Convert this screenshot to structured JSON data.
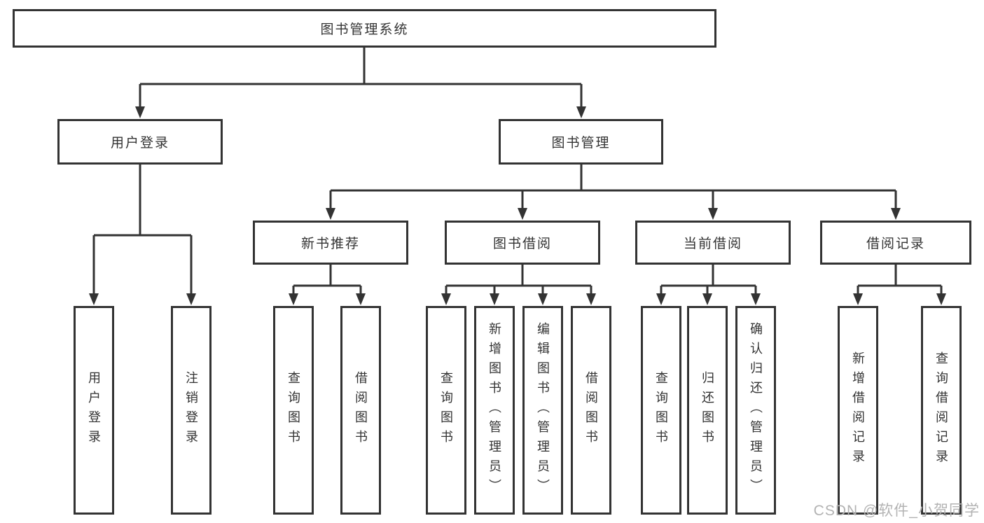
{
  "diagram": {
    "root": {
      "label": "图书管理系统"
    },
    "branches": [
      {
        "label": "用户登录",
        "children": [
          {
            "label": "用户登录"
          },
          {
            "label": "注销登录"
          }
        ]
      },
      {
        "label": "图书管理",
        "children": [
          {
            "label": "新书推荐",
            "children": [
              {
                "label": "查询图书"
              },
              {
                "label": "借阅图书"
              }
            ]
          },
          {
            "label": "图书借阅",
            "children": [
              {
                "label": "查询图书"
              },
              {
                "label": "新增图书（管理员）"
              },
              {
                "label": "编辑图书（管理员）"
              },
              {
                "label": "借阅图书"
              }
            ]
          },
          {
            "label": "当前借阅",
            "children": [
              {
                "label": "查询图书"
              },
              {
                "label": "归还图书"
              },
              {
                "label": "确认归还（管理员）"
              }
            ]
          },
          {
            "label": "借阅记录",
            "children": [
              {
                "label": "新增借阅记录"
              },
              {
                "label": "查询借阅记录"
              }
            ]
          }
        ]
      }
    ]
  },
  "watermark": {
    "text": "CSDN @软件_小贺同学"
  },
  "colors": {
    "line": "#333333",
    "box_border": "#333333",
    "text": "#333333",
    "background": "#ffffff",
    "watermark_text": "#b3b3b3"
  }
}
